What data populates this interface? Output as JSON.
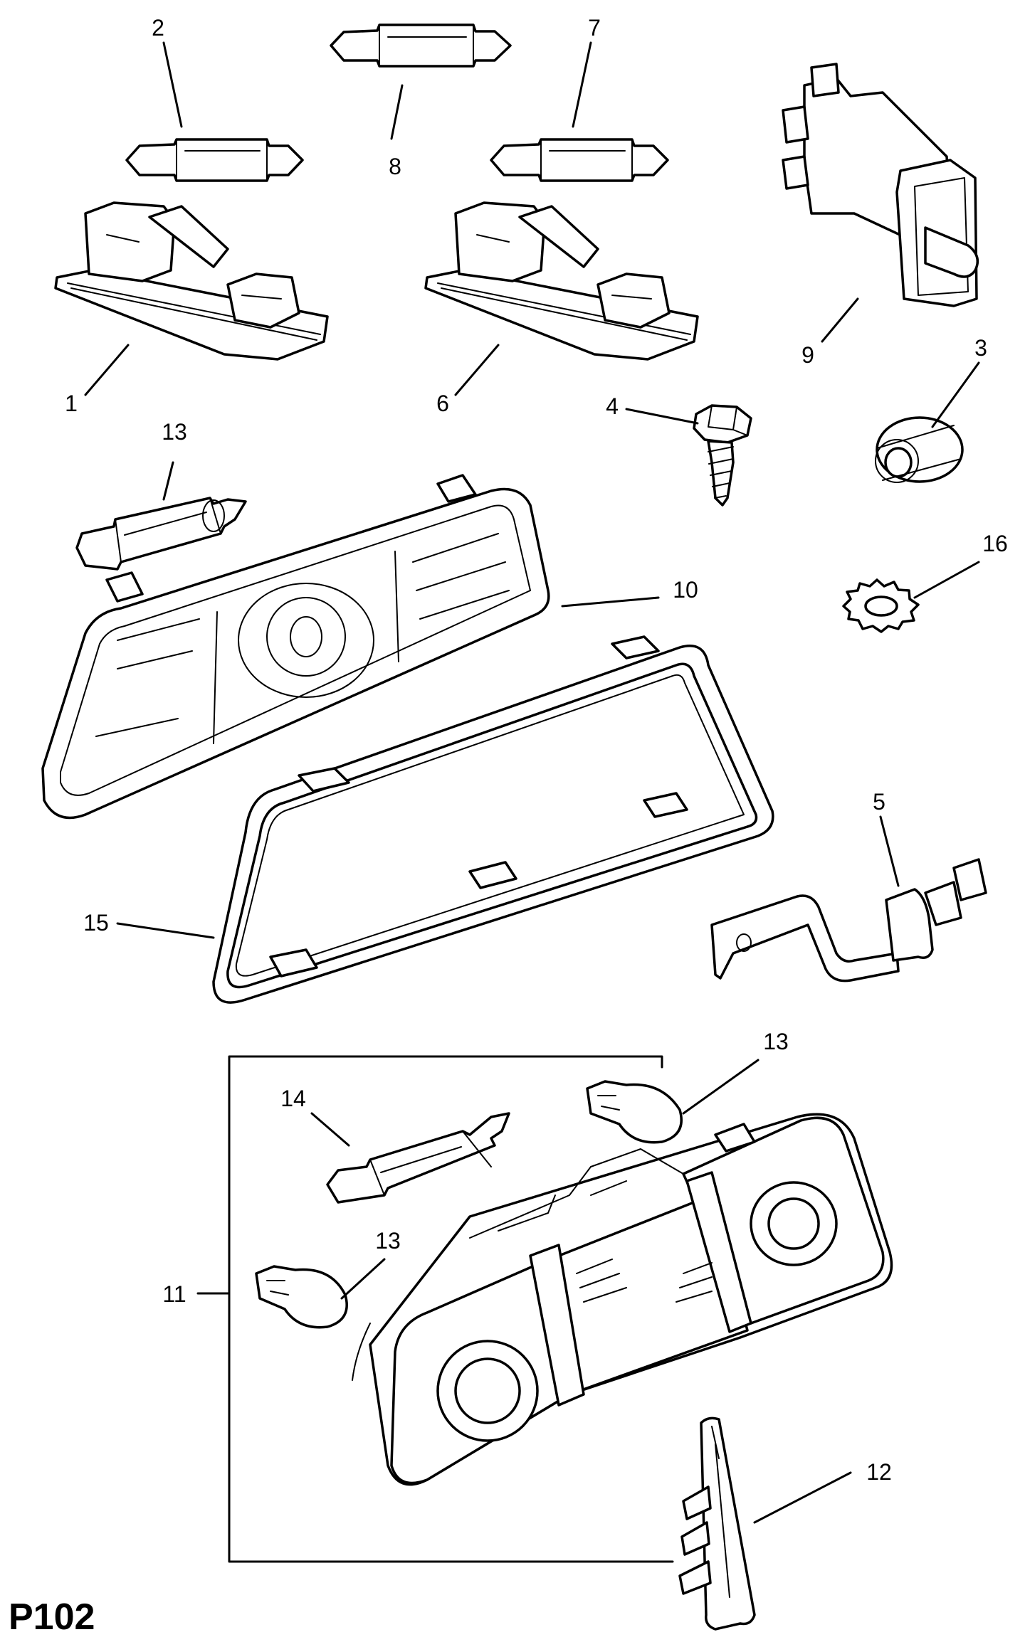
{
  "page_id": "P102",
  "callouts": {
    "c1": "1",
    "c2": "2",
    "c3": "3",
    "c4": "4",
    "c5": "5",
    "c6": "6",
    "c7": "7",
    "c8": "8",
    "c9": "9",
    "c10": "10",
    "c11": "11",
    "c12": "12",
    "c13a": "13",
    "c13b": "13",
    "c13c": "13",
    "c14": "14",
    "c15": "15",
    "c16": "16"
  }
}
